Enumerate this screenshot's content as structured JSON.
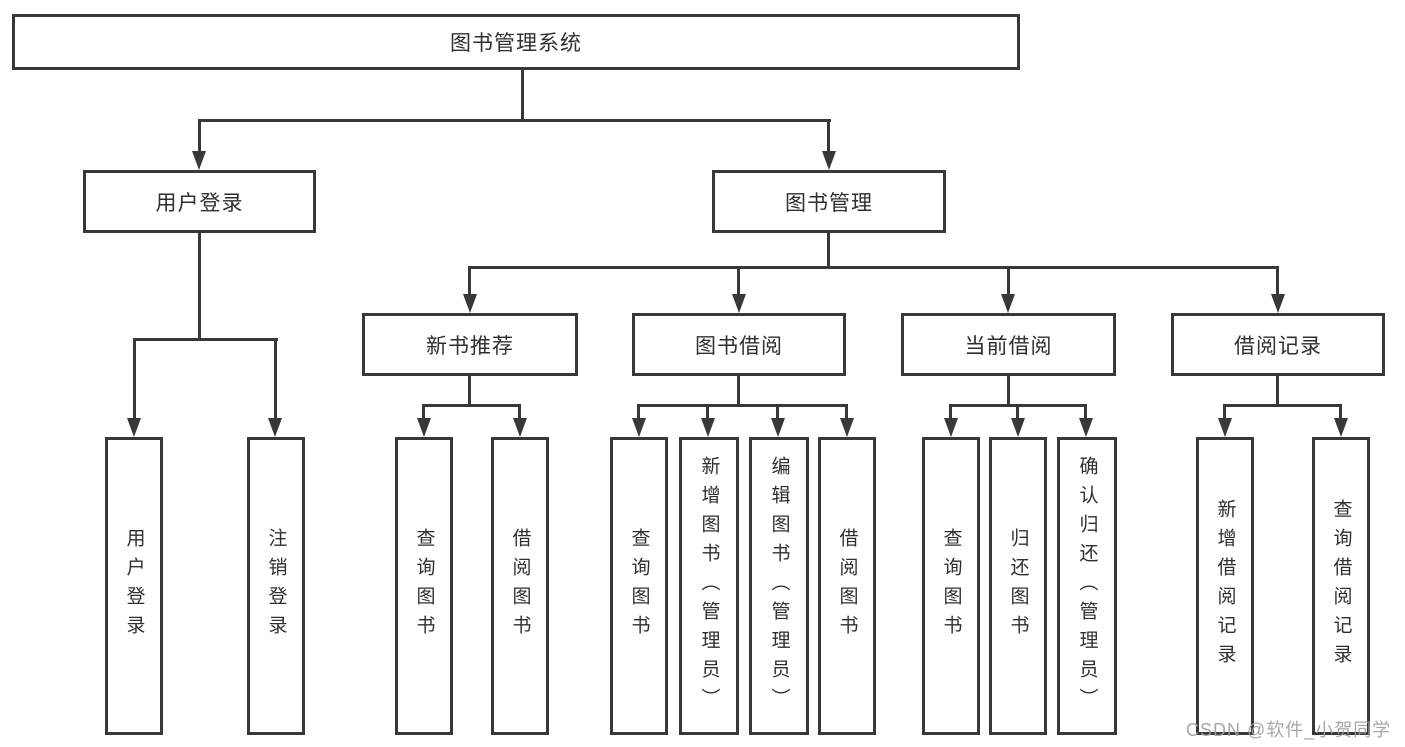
{
  "tree": {
    "label": "图书管理系统",
    "children": [
      {
        "label": "用户登录",
        "children": [
          {
            "label": "用户登录"
          },
          {
            "label": "注销登录"
          }
        ]
      },
      {
        "label": "图书管理",
        "children": [
          {
            "label": "新书推荐",
            "children": [
              {
                "label": "查询图书"
              },
              {
                "label": "借阅图书"
              }
            ]
          },
          {
            "label": "图书借阅",
            "children": [
              {
                "label": "查询图书"
              },
              {
                "label": "新增图书（管理员）"
              },
              {
                "label": "编辑图书（管理员）"
              },
              {
                "label": "借阅图书"
              }
            ]
          },
          {
            "label": "当前借阅",
            "children": [
              {
                "label": "查询图书"
              },
              {
                "label": "归还图书"
              },
              {
                "label": "确认归还（管理员）"
              }
            ]
          },
          {
            "label": "借阅记录",
            "children": [
              {
                "label": "新增借阅记录"
              },
              {
                "label": "查询借阅记录"
              }
            ]
          }
        ]
      }
    ]
  },
  "watermark": {
    "text": "CSDN @软件_小贺同学"
  },
  "colors": {
    "line": "#383838",
    "text": "#2f2f2f",
    "background": "#ffffff",
    "watermark": "#a0a0a0"
  }
}
